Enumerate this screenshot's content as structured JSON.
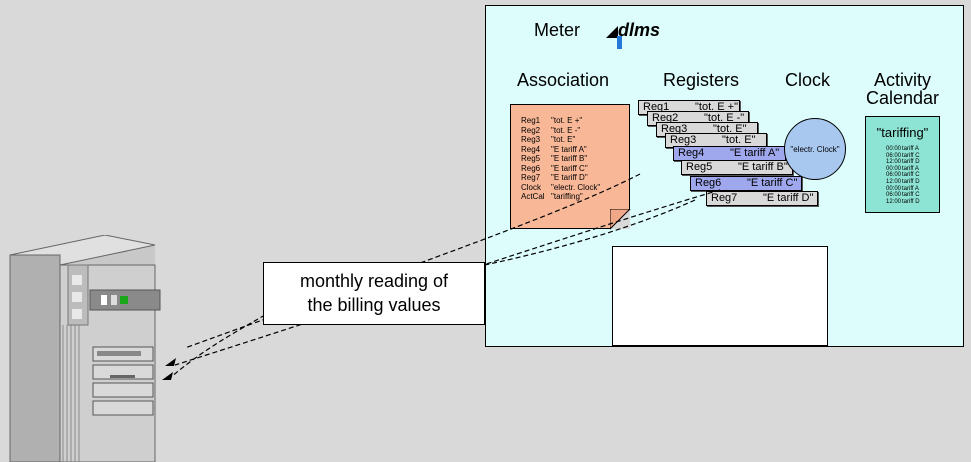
{
  "meter": {
    "title": "Meter",
    "logo_text": "dlms",
    "section_labels": {
      "association": "Association",
      "registers": "Registers",
      "clock": "Clock",
      "activity_calendar_1": "Activity",
      "activity_calendar_2": "Calendar"
    }
  },
  "association_list": [
    {
      "k": "Reg1",
      "v": "\"tot. E +\""
    },
    {
      "k": "Reg2",
      "v": "\"tot. E -\""
    },
    {
      "k": "Reg3",
      "v": "\"tot. E\""
    },
    {
      "k": "Reg4",
      "v": "\"E tariff A\""
    },
    {
      "k": "Reg5",
      "v": "\"E tariff B\""
    },
    {
      "k": "Reg6",
      "v": "\"E tariff C\""
    },
    {
      "k": "Reg7",
      "v": "\"E tariff D\""
    },
    {
      "k": "Clock",
      "v": "\"electr. Clock\""
    },
    {
      "k": "ActCal",
      "v": "\"tariffing\""
    }
  ],
  "registers": [
    {
      "n": "Reg1",
      "v": "\"tot. E +\""
    },
    {
      "n": "Reg2",
      "v": "\"tot. E -\""
    },
    {
      "n": "Reg3",
      "v": "\"tot. E\""
    },
    {
      "n": "Reg3",
      "v": "\"tot. E\""
    },
    {
      "n": "Reg4",
      "v": "\"E tariff A\""
    },
    {
      "n": "Reg5",
      "v": "\"E tariff B\""
    },
    {
      "n": "Reg6",
      "v": "\"E tariff C\""
    },
    {
      "n": "Reg7",
      "v": "\"E tariff D\""
    }
  ],
  "clock_text": "\"electr. Clock\"",
  "calendar": {
    "title": "\"tariffing\"",
    "rows": [
      {
        "t": "00:00",
        "v": "tariff A"
      },
      {
        "t": "06:00",
        "v": "tariff C"
      },
      {
        "t": "12:00",
        "v": "tariff D"
      },
      {
        "t": "00:00",
        "v": "tariff A"
      },
      {
        "t": "06:00",
        "v": "tariff C"
      },
      {
        "t": "12:00",
        "v": "tariff D"
      },
      {
        "t": "00:00",
        "v": "tariff A"
      },
      {
        "t": "06:00",
        "v": "tariff C"
      },
      {
        "t": "12:00",
        "v": "tariff D"
      }
    ]
  },
  "reading_label_1": "monthly reading of",
  "reading_label_2": "the billing values",
  "colors": {
    "background": "#d9d9d9",
    "meter_bg": "#ddfcfc",
    "association_bg": "#f8b898",
    "register_grey": "#d9d9d9",
    "register_blue": "#9fa8ec",
    "clock_bg": "#a8c8f0",
    "calendar_bg": "#8ee4d4"
  }
}
